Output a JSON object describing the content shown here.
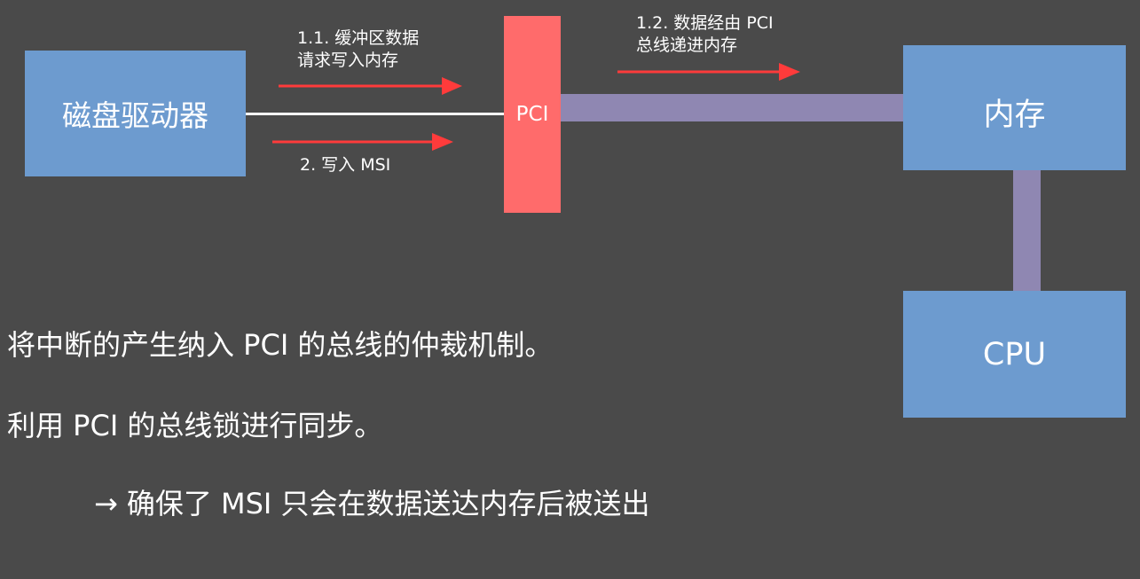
{
  "nodes": {
    "disk_driver": "磁盘驱动器",
    "pci": "PCI",
    "memory": "内存",
    "cpu": "CPU"
  },
  "labels": {
    "step_1_1_line1": "1.1. 缓冲区数据",
    "step_1_1_line2": "请求写入内存",
    "step_1_2_line1": "1.2. 数据经由 PCI",
    "step_1_2_line2": "总线递进内存",
    "step_2": "2. 写入 MSI"
  },
  "body": {
    "line1": "将中断的产生纳入 PCI 的总线的仲裁机制。",
    "line2": "利用 PCI 的总线锁进行同步。",
    "line3_arrow": "→",
    "line3_text": "确保了 MSI 只会在数据送达内存后被送出"
  },
  "colors": {
    "background": "#4a4a4a",
    "box": "#6d9bcf",
    "pci": "#ff6b6b",
    "bus": "#8f87b2",
    "arrow": "#ff3b3b"
  }
}
